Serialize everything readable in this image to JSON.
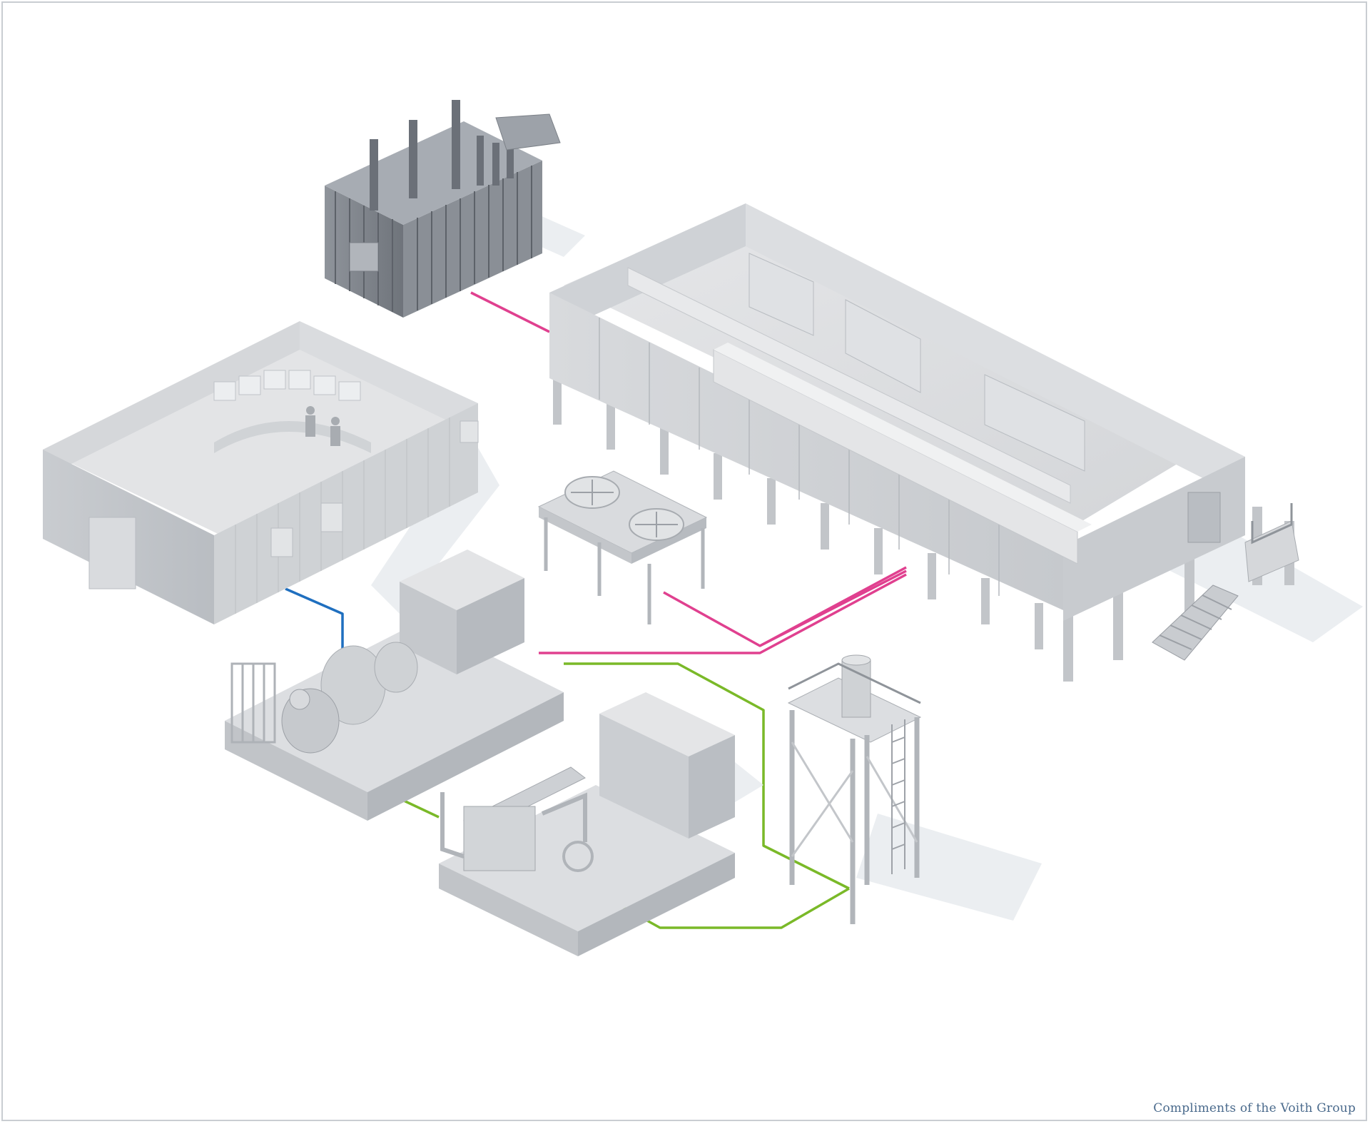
{
  "footer": {
    "credit": "Compliments of the Voith Group"
  },
  "connection_colors": {
    "power": "#e0408f",
    "control": "#1f6fbf",
    "cooling": "#7ab928"
  },
  "components": [
    {
      "id": "transformer",
      "icon": "transformer-icon"
    },
    {
      "id": "converter-hall",
      "icon": "converter-building-icon"
    },
    {
      "id": "control-room",
      "icon": "control-room-icon"
    },
    {
      "id": "dry-cooler",
      "icon": "cooling-fan-icon"
    },
    {
      "id": "motor-gearbox-pump-skid",
      "icon": "motor-pump-icon"
    },
    {
      "id": "water-treatment-skid",
      "icon": "pump-skid-icon"
    },
    {
      "id": "water-tower",
      "icon": "water-tank-icon"
    }
  ]
}
